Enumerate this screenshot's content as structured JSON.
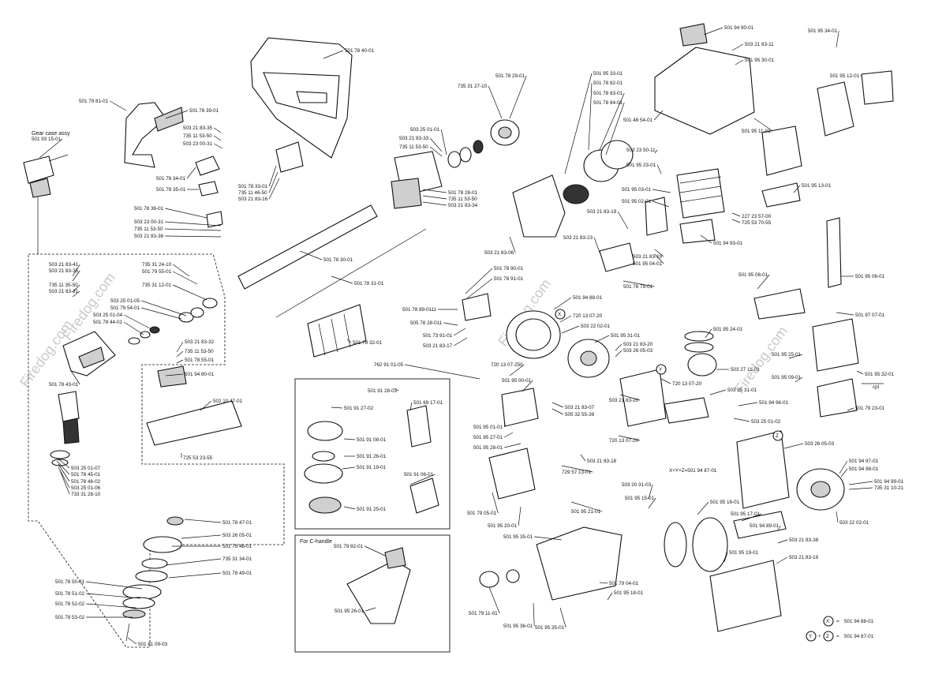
{
  "watermark": "Firedog.com",
  "headers": {
    "gear_case": "Gear case assy",
    "c_handle": "For C-handle"
  },
  "legend": {
    "x_code": "501 94 88-01",
    "yz_code": "501 94 87-01",
    "xyz_text": "X+Y+Z=501 94 87-01",
    "cpl": "cpl",
    "markers": {
      "x": "X",
      "y": "Y",
      "z": "Z"
    }
  },
  "part_labels": [
    "501 78 40-01",
    "501 79 81-01",
    "501 78 39-01",
    "501 93 15-01",
    "503 21 83-35",
    "735 11 53-50",
    "503 23 00-31",
    "501 78 34-01",
    "501 78 35-01",
    "501 78 33-01",
    "735 11 46-50",
    "503 21 83-16",
    "501 78 36-01",
    "503 23 00-31",
    "735 11 53-50",
    "503 21 83-36",
    "503 21 83-41",
    "503 21 83-35",
    "735 11 35-50",
    "503 21 83-31",
    "735 31 24-10",
    "501 79 55-01",
    "735 31 12-01",
    "503 25 01-05",
    "501 79 54-01",
    "503 25 01-04",
    "501 78 44-01",
    "501 78 43-01",
    "503 21 83-32",
    "735 11 53-50",
    "501 78 55-01",
    "501 94 80-01",
    "502 10 47-01",
    "725 53 23-55",
    "503 25 01-07",
    "501 78 45-01",
    "501 78 46-02",
    "503 25 01-06",
    "733 31 28-10",
    "501 78 47-01",
    "503 26 05-01",
    "501 78 48-01",
    "735 31 34-01",
    "501 78 49-01",
    "501 78 50-01",
    "501 78 51-02",
    "501 78 52-02",
    "501 78 53-02",
    "501 81 09-03",
    "501 78 30-01",
    "501 78 31-01",
    "501 78 32-01",
    "735 31 27-10",
    "501 78 29-01",
    "503 25 01-01",
    "503 21 83-33",
    "735 11 53-50",
    "501 78 28-01",
    "735 11 53-50",
    "503 21 83-34",
    "501 95 33-01",
    "501 78 82-01",
    "501 78 83-01",
    "501 78 84-01",
    "503 21 83-06",
    "503 21 83-23",
    "501 78 90-01",
    "501 78 91-01",
    "501 78 89-0111",
    "501 94 88-01",
    "505 78 28-011",
    "501 73 91-01",
    "503 21 83-17",
    "720 13 07-20",
    "503 22 02-01",
    "501 95 31-01",
    "503 21 83-20",
    "503 26 05-03",
    "762 91 01-05",
    "720 13 07-250",
    "501 95 00-01",
    "720 13 07-20",
    "503 21 83-07",
    "505 32 55-39",
    "503 21 83-20",
    "720 13 07-20",
    "501 95 01-01",
    "501 95 27-01",
    "501 95 28-01",
    "503 21 83-18",
    "729 57 13-01",
    "501 91 28-03",
    "501 91 27-02",
    "501 69 17-01",
    "501 91 08-01",
    "501 91 26-01",
    "501 91 19-01",
    "501 91 06-01",
    "501 91 25-01",
    "501 79 82-01",
    "501 95 26-01",
    "501 79 05-01",
    "501 95 20-01",
    "501 95 21-01",
    "501 95 35-01",
    "501 79 11-01",
    "501 95 36-01",
    "501 95 35-01",
    "501 79 04-01",
    "501 95 18-01",
    "501 94 90-01",
    "503 21 83-11",
    "501 95 30-01",
    "501 95 34-01",
    "501 95 12-01",
    "501 48 54-01",
    "501 95 11-01",
    "503 23 50-11",
    "501 95 23-01",
    "501 95 03-01",
    "501 95 02-01",
    "503 21 83-19",
    "501 95 13-01",
    "227 23 57-00",
    "725 53 70-55",
    "503 21 83-19",
    "501 95 04-01",
    "501 94 93-01",
    "501 78 78-01",
    "501 95 08-01",
    "501 95 24-01",
    "501 95 06-01",
    "501 97 07-01",
    "503 27 11-01",
    "501 95 25-01",
    "503 25 31-01",
    "501 95 09-01",
    "501 95 32-01",
    "501 94 96-01",
    "503 25 01-02",
    "501 79 23-01",
    "503 26 05-03",
    "501 94 97-01",
    "501 94 98-01",
    "501 94 99-01",
    "735 31 10-21",
    "503 22 02-01",
    "503 20 31-03",
    "501 95 15-01",
    "501 95 16-01",
    "501 95 17-01",
    "501 94 89-01",
    "503 21 83-38",
    "501 95 19-01",
    "503 21 83-19"
  ]
}
